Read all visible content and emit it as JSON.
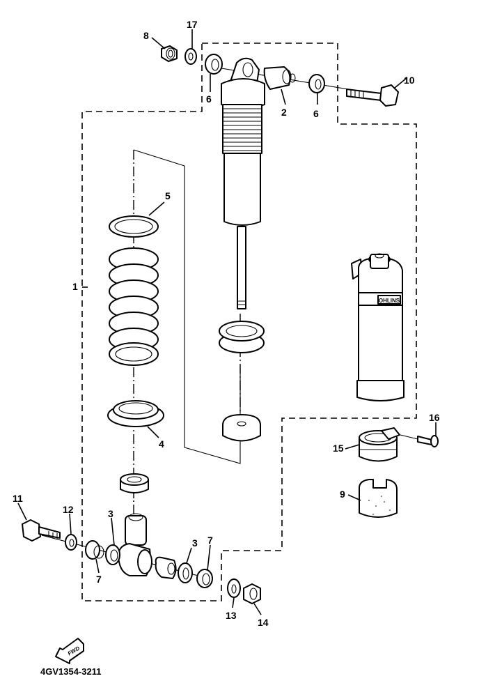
{
  "diagram": {
    "title": "Rear shock absorber assembly (exploded view)",
    "drawing_code": "4GV1354-3211",
    "fwd_badge": "FWD",
    "reservoir_brand": "OHLINS",
    "callouts": [
      {
        "id": "1",
        "part": "Rear shock absorber assembly"
      },
      {
        "id": "2",
        "part": "Upper mount bushing / spacer"
      },
      {
        "id": "3",
        "part": "Lower oil seal"
      },
      {
        "id": "4",
        "part": "Spring seat"
      },
      {
        "id": "5",
        "part": "Spring guide ring"
      },
      {
        "id": "6",
        "part": "Upper collar"
      },
      {
        "id": "7",
        "part": "Lower collar"
      },
      {
        "id": "8",
        "part": "Upper nut"
      },
      {
        "id": "9",
        "part": "Reservoir band"
      },
      {
        "id": "10",
        "part": "Upper bolt"
      },
      {
        "id": "11",
        "part": "Lower bolt"
      },
      {
        "id": "12",
        "part": "Lower washer"
      },
      {
        "id": "13",
        "part": "Washer"
      },
      {
        "id": "14",
        "part": "Lower nut"
      },
      {
        "id": "15",
        "part": "Reservoir holder"
      },
      {
        "id": "16",
        "part": "Holder screw"
      },
      {
        "id": "17",
        "part": "Upper washer"
      }
    ]
  }
}
